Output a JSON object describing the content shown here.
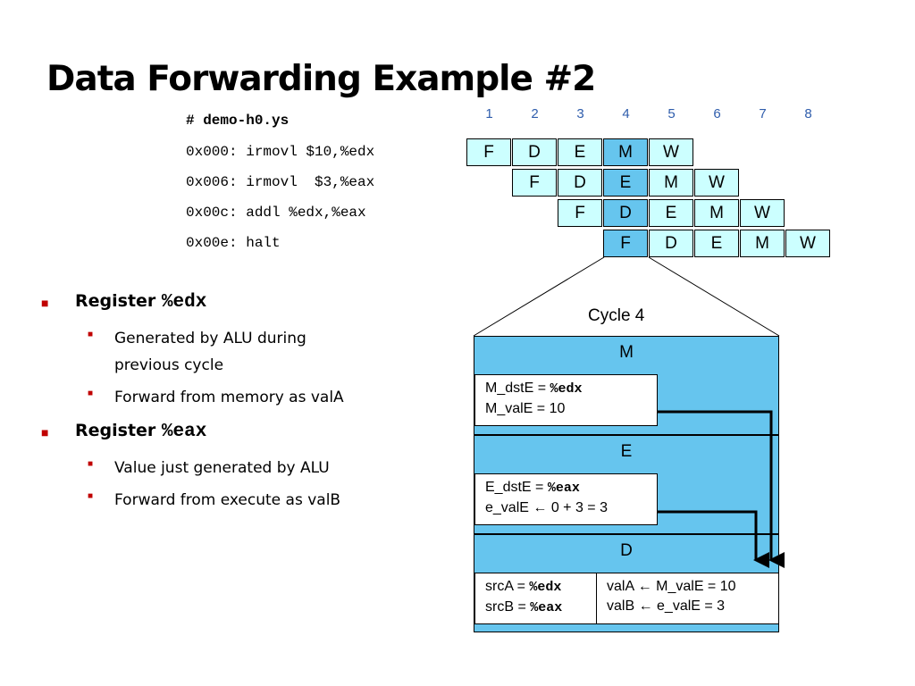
{
  "title": "Data Forwarding Example #2",
  "code": {
    "header": "# demo-h0.ys",
    "lines": [
      "0x000: irmovl $10,%edx",
      "0x006: irmovl  $3,%eax",
      "0x00c: addl %edx,%eax",
      "0x00e: halt"
    ]
  },
  "pipeline": {
    "cycles": [
      "1",
      "2",
      "3",
      "4",
      "5",
      "6",
      "7",
      "8"
    ],
    "stage_names": [
      "F",
      "D",
      "E",
      "M",
      "W"
    ],
    "highlight_cycle": "4"
  },
  "bullets": [
    {
      "label": "Register ",
      "reg": "%edx",
      "subs": [
        "Generated by ALU during previous cycle",
        "Forward from memory as valA"
      ]
    },
    {
      "label": "Register ",
      "reg": "%eax",
      "subs": [
        "Value just generated by ALU",
        "Forward from execute as valB"
      ]
    }
  ],
  "detail": {
    "cycle_label": "Cycle 4",
    "stages": {
      "m": {
        "label": "M",
        "line1_prefix": "M_dstE = ",
        "line1_reg": "%edx",
        "line2": "M_valE = 10"
      },
      "e": {
        "label": "E",
        "line1_prefix": "E_dstE = ",
        "line1_reg": "%eax",
        "line2": "e_valE ← 0 + 3 = 3"
      },
      "d": {
        "label": "D",
        "src_a_prefix": "srcA = ",
        "src_a_reg": "%edx",
        "src_b_prefix": "srcB = ",
        "src_b_reg": "%eax",
        "val_a": "valA ← M_valE = 10",
        "val_b": "valB ← e_valE = 3"
      }
    }
  },
  "colors": {
    "cell_fill": "#ccffff",
    "highlight_fill": "#66c5ee",
    "bullet_red": "#c00000",
    "cycle_number_blue": "#2f5dac"
  }
}
